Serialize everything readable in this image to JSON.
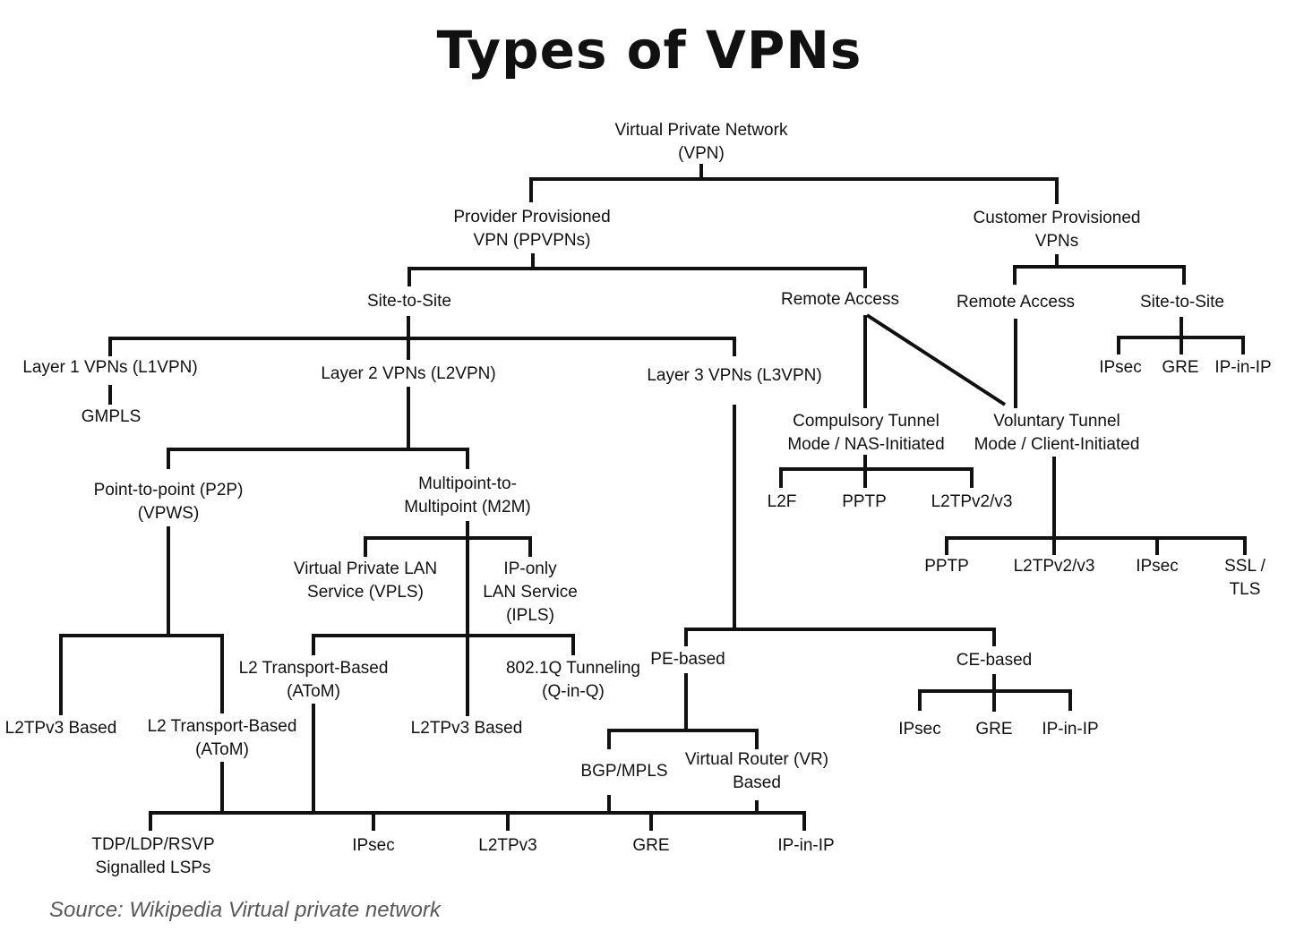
{
  "title": "Types of VPNs",
  "source_note": "Source: Wikipedia Virtual private network",
  "colors": {
    "line": "#111111",
    "text": "#111111",
    "source_text": "#595959",
    "background": "#ffffff"
  },
  "nodes": {
    "vpn_root": "Virtual Private Network\n(VPN)",
    "provider_provisioned": "Provider Provisioned\nVPN (PPVPNs)",
    "customer_provisioned": "Customer Provisioned\nVPNs",
    "provider_site_to_site": "Site-to-Site",
    "provider_remote_access": "Remote Access",
    "customer_remote_access": "Remote Access",
    "customer_site_to_site": "Site-to-Site",
    "layer1_vpns": "Layer 1 VPNs (L1VPN)",
    "layer2_vpns": "Layer 2 VPNs (L2VPN)",
    "layer3_vpns": "Layer 3 VPNs (L3VPN)",
    "gmpls": "GMPLS",
    "compulsory_tunnel": "Compulsory Tunnel\nMode / NAS-Initiated",
    "voluntary_tunnel": "Voluntary Tunnel\nMode / Client-Initiated",
    "l2f": "L2F",
    "pptp_compulsory": "PPTP",
    "l2tpv2v3_compulsory": "L2TPv2/v3",
    "pptp_voluntary": "PPTP",
    "l2tpv2v3_voluntary": "L2TPv2/v3",
    "ipsec_voluntary": "IPsec",
    "ssl_tls_voluntary": "SSL / TLS",
    "ipsec_customer_s2s": "IPsec",
    "gre_customer_s2s": "GRE",
    "ipinip_customer_s2s": "IP-in-IP",
    "point_to_point": "Point-to-point (P2P)\n(VPWS)",
    "multipoint": "Multipoint-to-\nMultipoint (M2M)",
    "vpls": "Virtual Private LAN\nService (VPLS)",
    "ipls": "IP-only\nLAN Service\n(IPLS)",
    "l2_transport_atom_p2p": "L2 Transport-Based\n(AToM)",
    "l2_transport_atom_vpls": "L2 Transport-Based\n(AToM)",
    "qinq": "802.1Q Tunneling\n(Q-in-Q)",
    "l2tpv3_based_left": "L2TPv3 Based",
    "l2tpv3_based_mid": "L2TPv3 Based",
    "pe_based": "PE-based",
    "ce_based": "CE-based",
    "bgp_mpls": "BGP/MPLS",
    "vr_based": "Virtual Router (VR)\nBased",
    "ipsec_ce": "IPsec",
    "gre_ce": "GRE",
    "ipinip_ce": "IP-in-IP",
    "tdp_ldp_rsvp": "TDP/LDP/RSVP\nSignalled LSPs",
    "ipsec_bottom": "IPsec",
    "l2tpv3_bottom": "L2TPv3",
    "gre_bottom": "GRE",
    "ipinip_bottom": "IP-in-IP"
  }
}
